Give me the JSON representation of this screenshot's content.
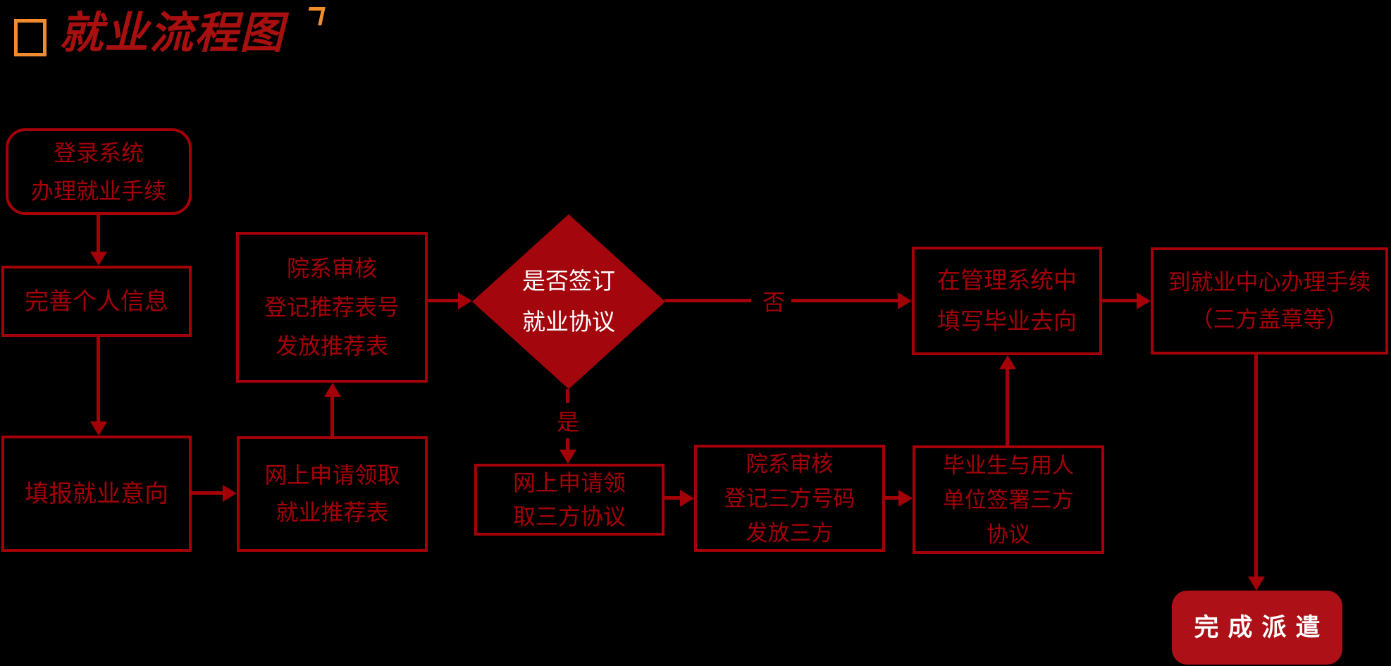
{
  "palette": {
    "background": "#000000",
    "red": "#a40008",
    "diamond_fill": "#a3060c",
    "end_fill": "#ad1016",
    "title_red": "#a80f0f",
    "orange": "#f28d2f",
    "white": "#ffffff"
  },
  "header": {
    "title": "就业流程图",
    "bullet_icon": "orange-square-outline",
    "corner_icon": "orange-corner-bracket"
  },
  "flowchart": {
    "nodes": {
      "start": {
        "label": "登录系统\n办理就业手续",
        "shape": "rounded-rect"
      },
      "complete_info": {
        "label": "完善个人信息",
        "shape": "rect"
      },
      "fill_intention": {
        "label": "填报就业意向",
        "shape": "rect"
      },
      "dept_review_rec": {
        "label": "院系审核\n登记推荐表号\n发放推荐表",
        "shape": "rect"
      },
      "apply_rec": {
        "label": "网上申请领取\n就业推荐表",
        "shape": "rect"
      },
      "decision": {
        "label": "是否签订\n就业协议",
        "shape": "diamond"
      },
      "apply_agreement": {
        "label": "网上申请领\n取三方协议",
        "shape": "rect"
      },
      "dept_review_agreement": {
        "label": "院系审核\n登记三方号码\n发放三方",
        "shape": "rect"
      },
      "sign_agreement": {
        "label": "毕业生与用人\n单位签署三方\n协议",
        "shape": "rect"
      },
      "fill_destination": {
        "label": "在管理系统中\n填写毕业去向",
        "shape": "rect"
      },
      "center_procedure": {
        "label": "到就业中心办理手续\n（三方盖章等）",
        "shape": "rect"
      },
      "end": {
        "label": "完成派遣",
        "shape": "rounded-filled"
      }
    },
    "edge_labels": {
      "yes": "是",
      "no": "否"
    },
    "edges": [
      {
        "from": "start",
        "to": "complete_info",
        "label": ""
      },
      {
        "from": "complete_info",
        "to": "fill_intention",
        "label": ""
      },
      {
        "from": "fill_intention",
        "to": "apply_rec",
        "label": ""
      },
      {
        "from": "apply_rec",
        "to": "dept_review_rec",
        "label": ""
      },
      {
        "from": "dept_review_rec",
        "to": "decision",
        "label": ""
      },
      {
        "from": "decision",
        "to": "apply_agreement",
        "label": "是"
      },
      {
        "from": "apply_agreement",
        "to": "dept_review_agreement",
        "label": ""
      },
      {
        "from": "dept_review_agreement",
        "to": "sign_agreement",
        "label": ""
      },
      {
        "from": "sign_agreement",
        "to": "fill_destination",
        "label": ""
      },
      {
        "from": "decision",
        "to": "fill_destination",
        "label": "否"
      },
      {
        "from": "fill_destination",
        "to": "center_procedure",
        "label": ""
      },
      {
        "from": "center_procedure",
        "to": "end",
        "label": ""
      }
    ]
  }
}
